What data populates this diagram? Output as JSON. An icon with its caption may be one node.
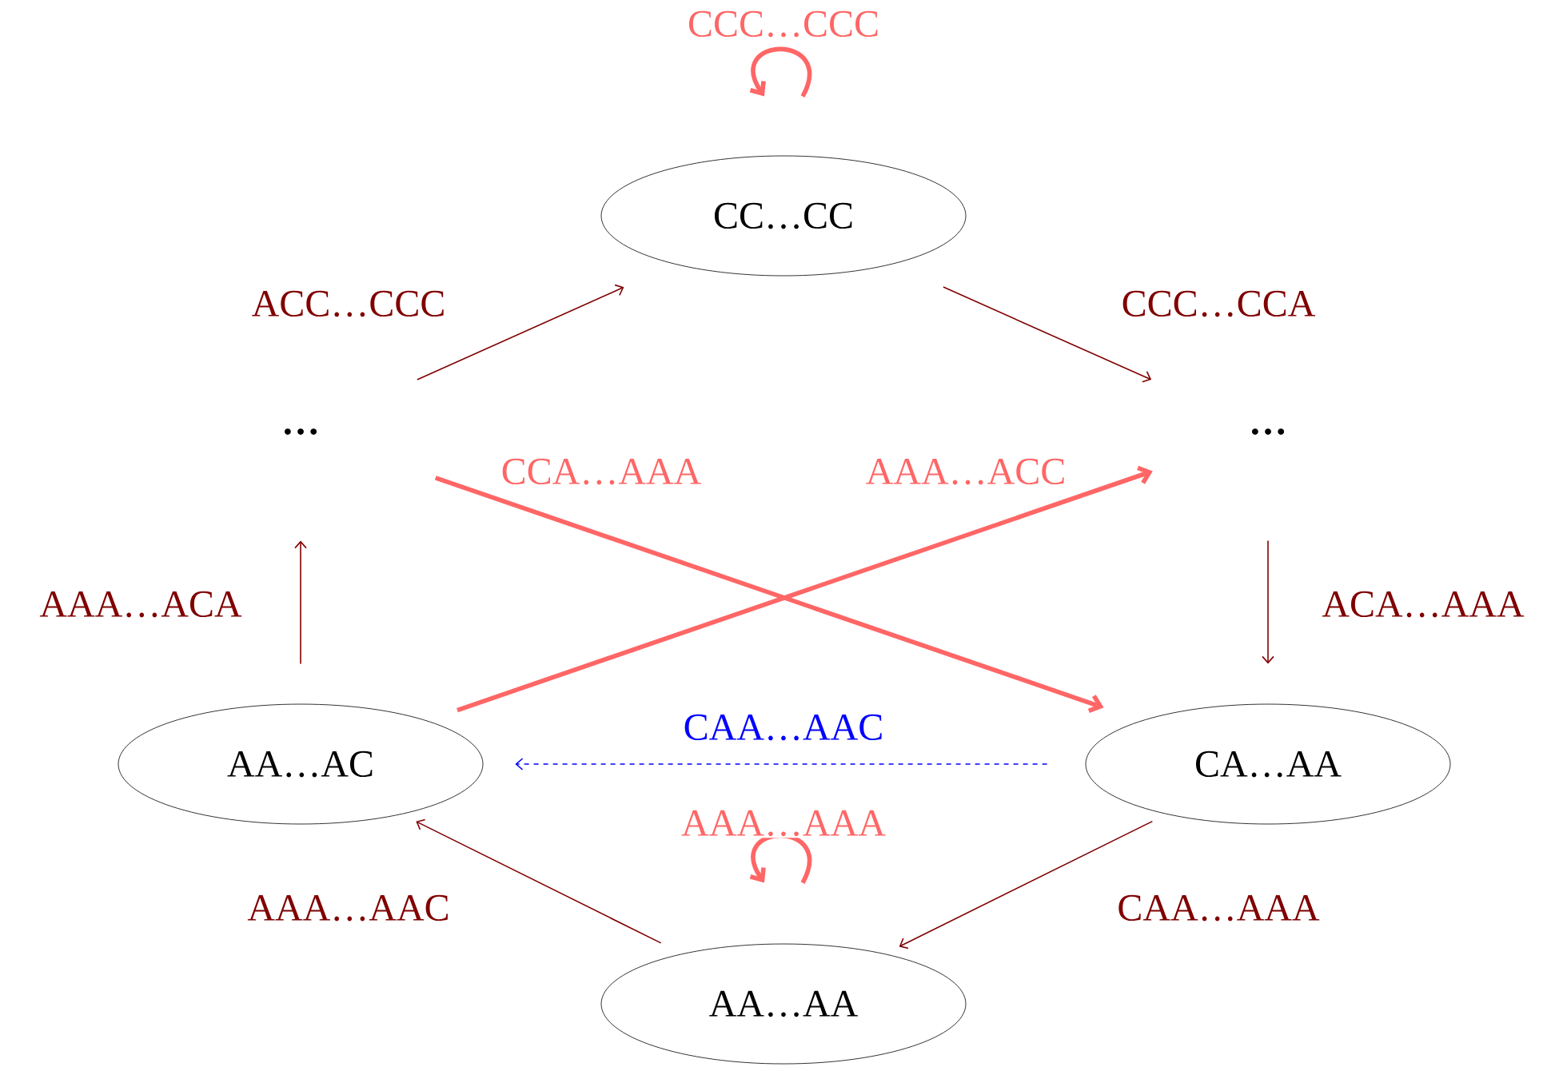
{
  "diagram": {
    "nodes": [
      {
        "text": [
          "CC…CC"
        ]
      },
      {
        "text": [
          "…"
        ]
      },
      {
        "text": [
          "…"
        ]
      },
      {
        "text": [
          "AA…AC"
        ]
      },
      {
        "text": [
          "CA…AA"
        ]
      },
      {
        "text": [
          "AA…AA"
        ]
      }
    ],
    "edges": [
      {
        "from": 0,
        "to": 0,
        "arrow": "to",
        "label": "CCC…CCC",
        "style": "thick",
        "color": "#ff6666"
      },
      {
        "from": 1,
        "to": 0,
        "arrow": "to",
        "label": "ACC…CCC"
      },
      {
        "from": 0,
        "to": 2,
        "arrow": "to",
        "label": "CCC…CCA"
      },
      {
        "from": 2,
        "to": 4,
        "arrow": "to",
        "label": "ACA…AAA"
      },
      {
        "from": 3,
        "to": 1,
        "arrow": "to",
        "label": "AAA…ACA"
      },
      {
        "from": 5,
        "to": 3,
        "arrow": "to",
        "label": "AAA…AAC"
      },
      {
        "from": 4,
        "to": 5,
        "arrow": "to",
        "label": "CAA…AAA"
      },
      {
        "from": 1,
        "to": 4,
        "arrow": "to",
        "label": "CCA…AAA",
        "style": "thick",
        "color": "#ff6666"
      },
      {
        "from": 3,
        "to": 2,
        "arrow": "to",
        "label": "AAA…ACC",
        "style": "thick",
        "color": "#ff6666"
      },
      {
        "from": 4,
        "to": 3,
        "arrow": "to",
        "label": "CAA…AAC",
        "style": "dashed",
        "color": "#0000ff"
      },
      {
        "from": 5,
        "to": 5,
        "arrow": "to",
        "label": "AAA…AAA",
        "style": "thick",
        "color": "#ff6666"
      }
    ]
  }
}
